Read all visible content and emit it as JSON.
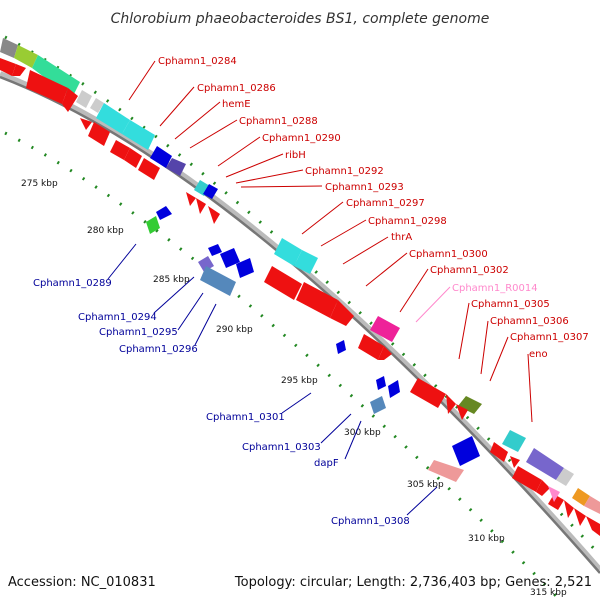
{
  "title": "Chlorobium phaeobacteroides BS1, complete genome",
  "footer": {
    "accession": "Accession: NC_010831",
    "topology": "Topology: circular; Length: 2,736,403 bp; Genes: 2,521"
  },
  "colors": {
    "label_forward": "#cc0000",
    "label_reverse": "#000099",
    "label_rna": "#ff88cc",
    "backbone": "#888888",
    "tick": "#228822"
  },
  "kbp_labels": [
    "275 kbp",
    "280 kbp",
    "285 kbp",
    "290 kbp",
    "295 kbp",
    "300 kbp",
    "305 kbp",
    "310 kbp",
    "315 kbp"
  ],
  "gene_labels_forward": [
    "Cphamn1_0284",
    "Cphamn1_0286",
    "hemE",
    "Cphamn1_0288",
    "Cphamn1_0290",
    "ribH",
    "Cphamn1_0292",
    "Cphamn1_0293",
    "Cphamn1_0297",
    "Cphamn1_0298",
    "thrA",
    "Cphamn1_0300",
    "Cphamn1_0302",
    "Cphamn1_R0014",
    "Cphamn1_0305",
    "Cphamn1_0306",
    "Cphamn1_0307",
    "eno"
  ],
  "gene_labels_reverse": [
    "Cphamn1_0289",
    "Cphamn1_0294",
    "Cphamn1_0295",
    "Cphamn1_0296",
    "Cphamn1_0301",
    "Cphamn1_0303",
    "dapF",
    "Cphamn1_0308"
  ]
}
